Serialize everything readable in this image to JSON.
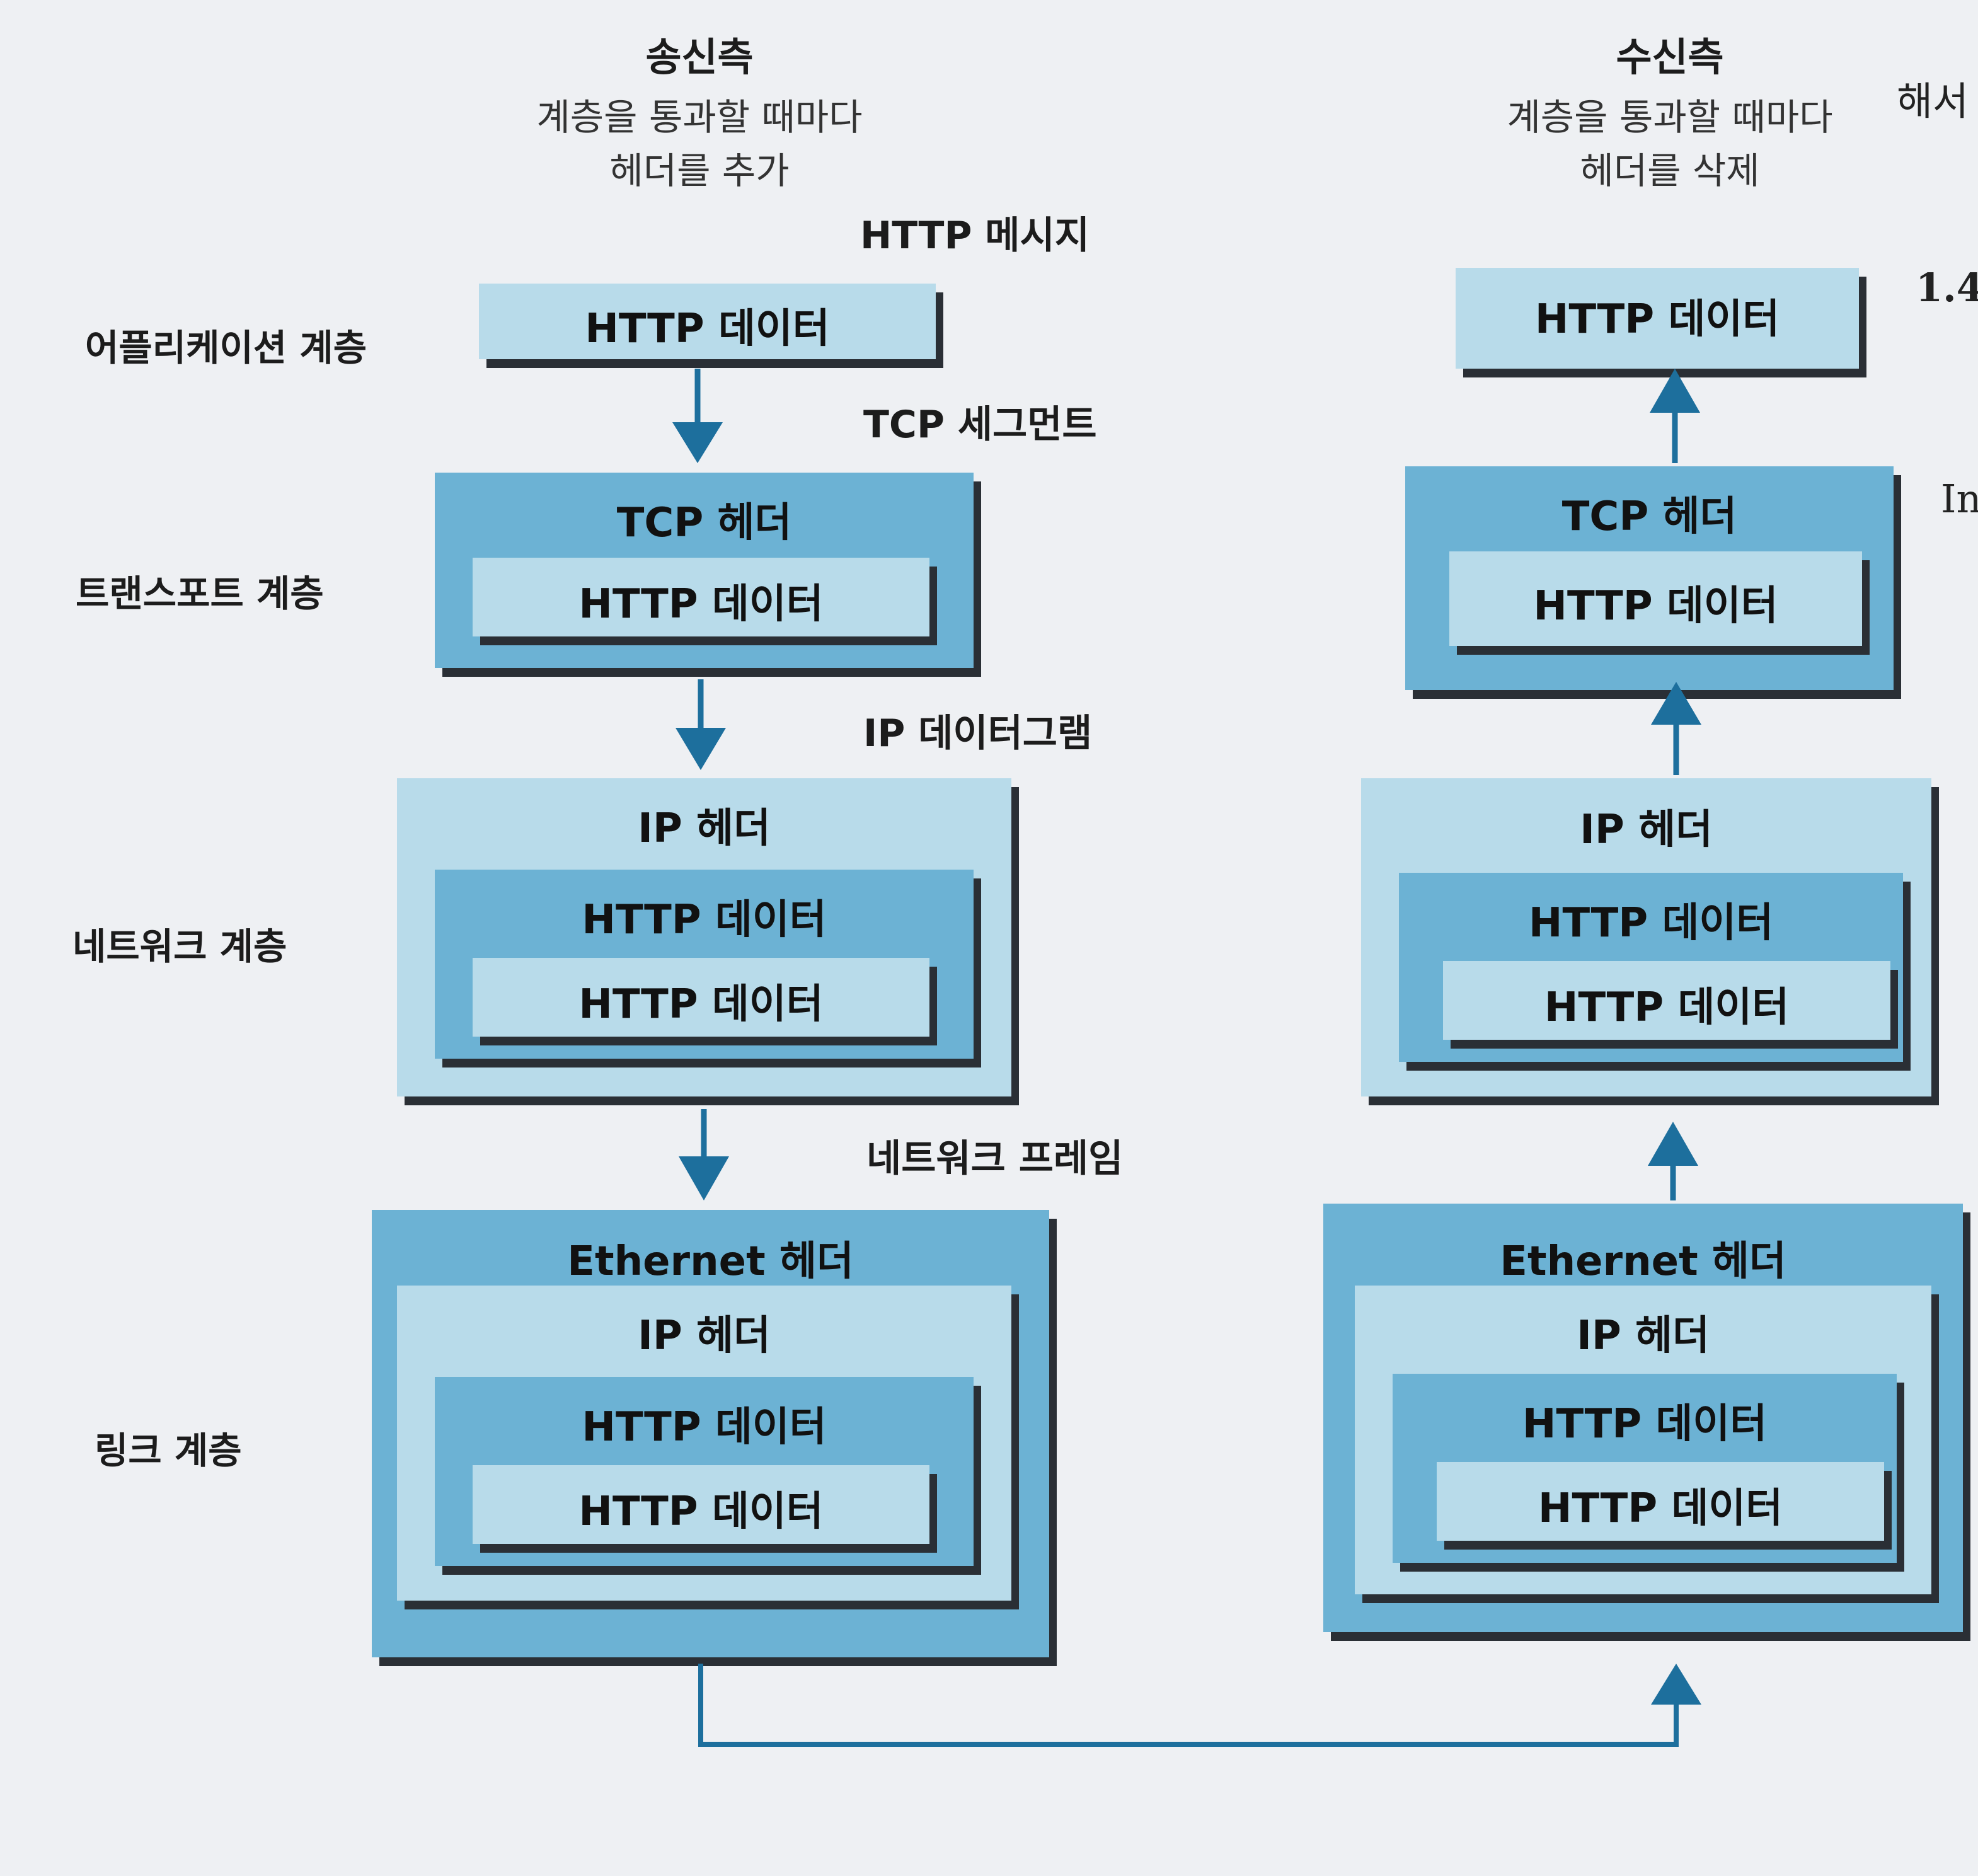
{
  "sender": {
    "title": "송신측",
    "desc_line1": "계층을 통과할 때마다",
    "desc_line2": "헤더를 추가"
  },
  "receiver": {
    "title": "수신측",
    "desc_line1": "계층을 통과할 때마다",
    "desc_line2": "헤더를 삭제"
  },
  "layers": {
    "application": "어플리케이션 계층",
    "transport": "트랜스포트 계층",
    "network": "네트워크 계층",
    "link": "링크 계층"
  },
  "flow_labels": {
    "http_message": "HTTP 메시지",
    "tcp_segment": "TCP 세그먼트",
    "ip_datagram": "IP 데이터그램",
    "network_frame": "네트워크 프레임"
  },
  "boxes": {
    "http_data": "HTTP 데이터",
    "tcp_header": "TCP 헤더",
    "ip_header": "IP 헤더",
    "ethernet_header": "Ethernet 헤더"
  },
  "margin": {
    "line1": "해서",
    "line2": "1.4",
    "line3": "In"
  },
  "colors": {
    "dark_box": "#6cb2d4",
    "light_box": "#b8dbea",
    "arrow": "#1d6f9d"
  }
}
